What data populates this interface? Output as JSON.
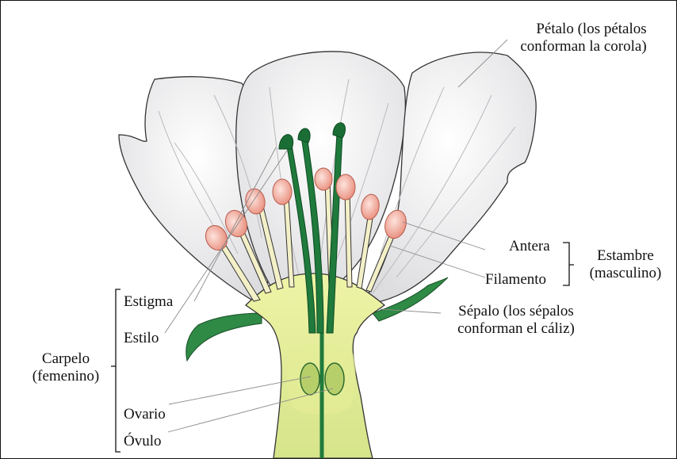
{
  "labels": {
    "petalo_line1": "Pétalo (los pétalos",
    "petalo_line2": "conforman la corola)",
    "antera": "Antera",
    "filamento": "Filamento",
    "estambre_line1": "Estambre",
    "estambre_line2": "(masculino)",
    "sepalo_line1": "Sépalo (los sépalos",
    "sepalo_line2": "conforman el cáliz)",
    "estigma": "Estigma",
    "estilo": "Estilo",
    "carpelo_line1": "Carpelo",
    "carpelo_line2": "(femenino)",
    "ovario": "Ovario",
    "ovulo": "Óvulo"
  },
  "colors": {
    "petal_fill": "#f1f1f2",
    "petal_vein": "#b9b9bd",
    "receptacle": "#f2f5b0",
    "receptacle_inner": "#dfe88c",
    "carpel_green": "#1f7a3c",
    "carpel_light": "#3aa35a",
    "anther_pink": "#f2a99a",
    "filament": "#f3f0c8",
    "sepal_green": "#2e8a45",
    "leader_line": "#8a8a8a"
  }
}
